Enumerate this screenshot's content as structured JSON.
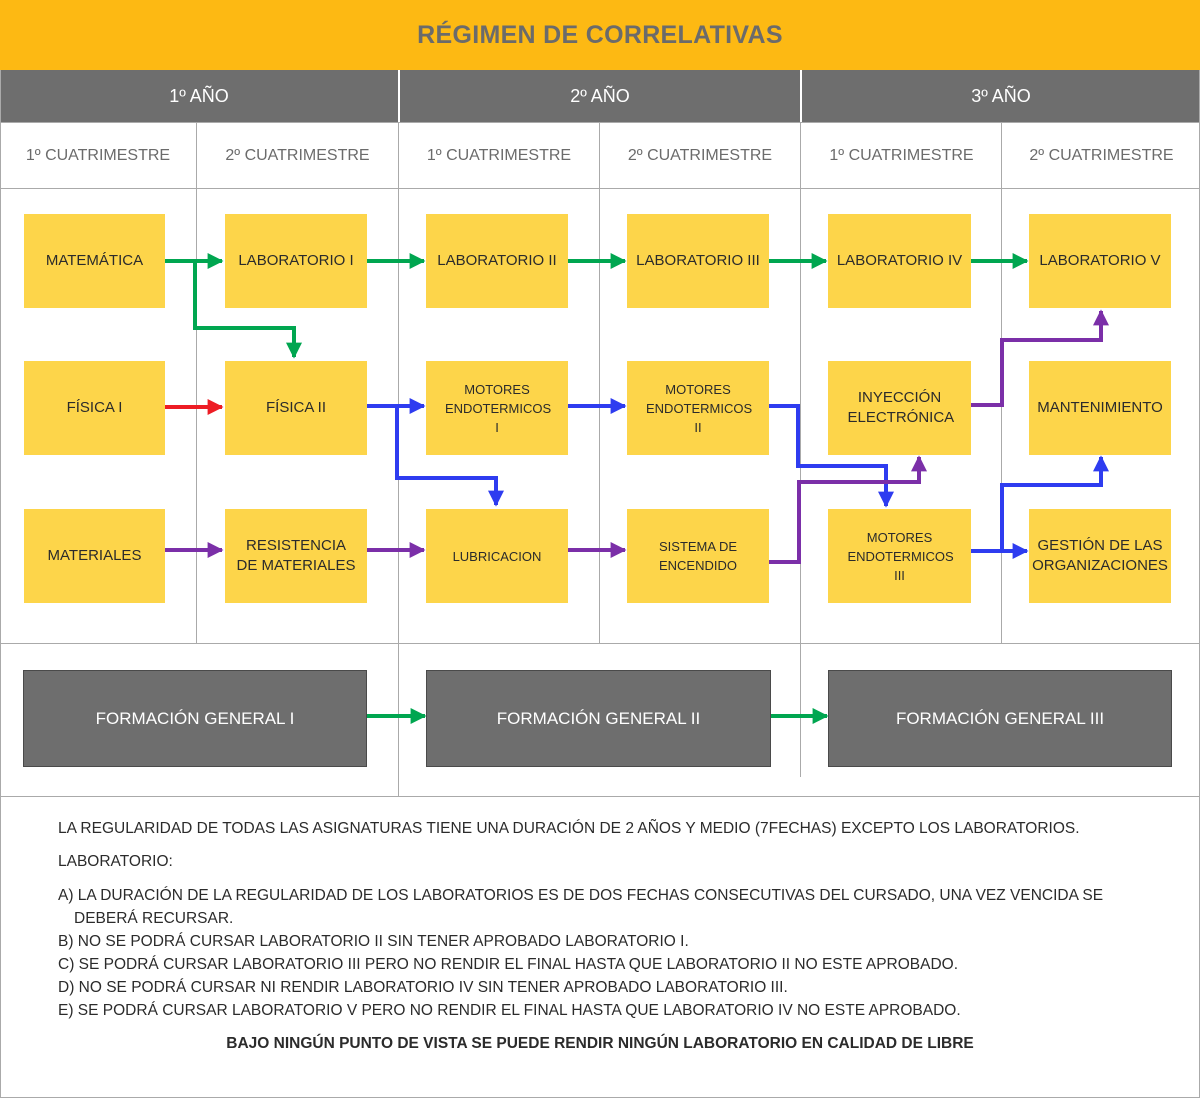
{
  "title": "RÉGIMEN DE CORRELATIVAS",
  "years": [
    "1º AÑO",
    "2º AÑO",
    "3º AÑO"
  ],
  "semesters": [
    "1º CUATRIMESTRE",
    "2º CUATRIMESTRE",
    "1º CUATRIMESTRE",
    "2º CUATRIMESTRE",
    "1º CUATRIMESTRE",
    "2º CUATRIMESTRE"
  ],
  "subjects": {
    "matematica": "MATEMÁTICA",
    "laboratorio_1": "LABORATORIO I",
    "laboratorio_2": "LABORATORIO II",
    "laboratorio_3": "LABORATORIO III",
    "laboratorio_4": "LABORATORIO IV",
    "laboratorio_5": "LABORATORIO V",
    "fisica_1": "FÍSICA I",
    "fisica_2": "FÍSICA II",
    "motores_1": "MOTORES ENDOTERMICOS I",
    "motores_2": "MOTORES ENDOTERMICOS II",
    "inyeccion": "INYECCIÓN ELECTRÓNICA",
    "mantenimiento": "MANTENIMIENTO",
    "materiales": "MATERIALES",
    "resistencia": "RESISTENCIA DE MATERIALES",
    "lubricacion": "LUBRICACION",
    "sistema_encendido": "SISTEMA DE ENCENDIDO",
    "motores_3": "MOTORES ENDOTERMICOS III",
    "gestion": "GESTIÓN DE LAS ORGANIZACIONES",
    "formacion_1": "FORMACIÓN GENERAL I",
    "formacion_2": "FORMACIÓN GENERAL II",
    "formacion_3": "FORMACIÓN GENERAL III"
  },
  "colors": {
    "header": "#fdb913",
    "year_bar": "#6e6e6e",
    "subject_box": "#fdd54a",
    "general_box": "#6e6e6e",
    "arrow_green": "#00a650",
    "arrow_red": "#ed1c24",
    "arrow_blue": "#2e3cf0",
    "arrow_purple": "#7b2fa8"
  },
  "notes": {
    "intro": "LA REGULARIDAD DE TODAS LAS ASIGNATURAS TIENE UNA DURACIÓN DE 2 AÑOS Y MEDIO (7FECHAS) EXCEPTO LOS LABORATORIOS.",
    "lab_heading": "LABORATORIO:",
    "rule_a_1": "A) LA DURACIÓN DE LA REGULARIDAD DE LOS LABORATORIOS ES DE DOS FECHAS CONSECUTIVAS DEL CURSADO, UNA VEZ VENCIDA SE",
    "rule_a_2": "DEBERÁ RECURSAR.",
    "rule_b": "B) NO SE PODRÁ CURSAR LABORATORIO II SIN TENER APROBADO LABORATORIO I.",
    "rule_c": "C) SE PODRÁ CURSAR LABORATORIO III PERO NO RENDIR EL FINAL HASTA QUE LABORATORIO II NO ESTE APROBADO.",
    "rule_d": "D) NO SE PODRÁ CURSAR NI RENDIR LABORATORIO IV SIN TENER APROBADO LABORATORIO III.",
    "rule_e": "E) SE PODRÁ CURSAR LABORATORIO V PERO NO RENDIR EL FINAL HASTA QUE LABORATORIO IV NO ESTE APROBADO.",
    "final": "BAJO NINGÚN PUNTO DE VISTA SE PUEDE RENDIR NINGÚN LABORATORIO EN CALIDAD DE LIBRE"
  }
}
